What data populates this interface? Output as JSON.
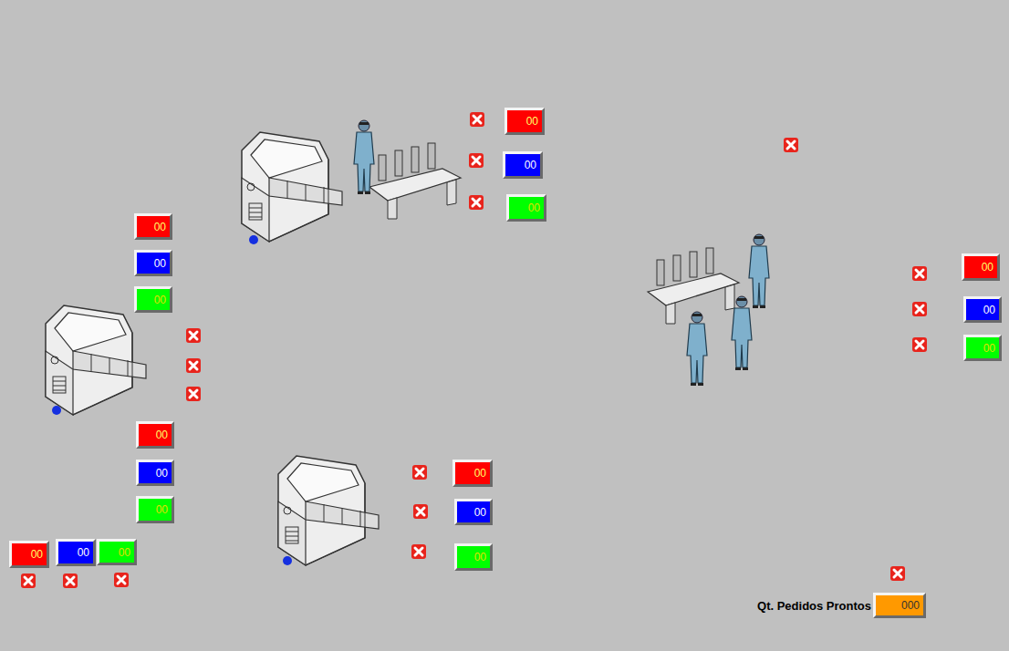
{
  "diagram": {
    "nodes": [
      {
        "text": [
          "00"
        ]
      },
      {
        "text": [
          "00"
        ]
      },
      {
        "text": [
          "00"
        ]
      },
      {
        "text": [
          "00"
        ]
      },
      {
        "text": [
          "00"
        ]
      },
      {
        "text": [
          "00"
        ]
      },
      {
        "text": [
          "00"
        ]
      },
      {
        "text": [
          "00"
        ]
      },
      {
        "text": [
          "00"
        ]
      },
      {
        "text": [
          "00"
        ]
      },
      {
        "text": [
          "00"
        ]
      },
      {
        "text": [
          "00"
        ]
      },
      {
        "text": [
          "00"
        ]
      },
      {
        "text": [
          "00"
        ]
      },
      {
        "text": [
          "00"
        ]
      },
      {
        "text": [
          "00"
        ]
      },
      {
        "text": [
          "00"
        ]
      },
      {
        "text": [
          "00"
        ]
      },
      {
        "text": [
          "Qt. Pedidos Prontos",
          "000"
        ]
      }
    ]
  }
}
